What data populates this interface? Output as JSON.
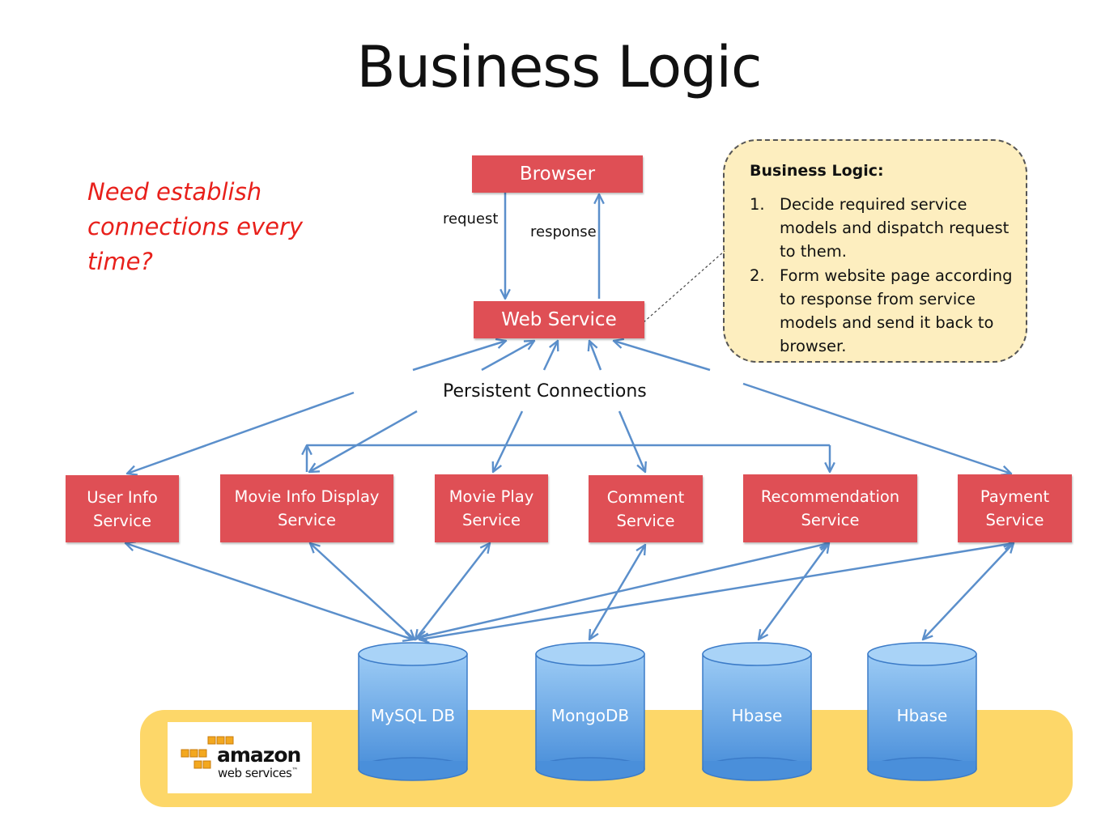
{
  "title": "Business Logic",
  "question": "Need establish\nconnections every\ntime?",
  "callout": {
    "title": "Business Logic",
    "items": [
      {
        "num": "1.",
        "text": "Decide required service models and dispatch request to them."
      },
      {
        "num": "2.",
        "text": "Form website page according to response from service models and send it back to browser."
      }
    ]
  },
  "nodes": {
    "browser": "Browser",
    "web_service": "Web Service",
    "user_info": "User Info\nService",
    "movie_info_display": "Movie Info Display\nService",
    "movie_play": "Movie Play\nService",
    "comment": "Comment\nService",
    "recommendation": "Recommendation\nService",
    "payment": "Payment\nService"
  },
  "labels": {
    "request": "request",
    "response": "response",
    "persistent": "Persistent Connections"
  },
  "databases": {
    "mysql": "MySQL DB",
    "mongodb": "MongoDB",
    "hbase1": "Hbase",
    "hbase2": "Hbase"
  },
  "aws": {
    "amazon": "amazon",
    "webservices": "web services",
    "tm": "™"
  },
  "colors": {
    "service_box": "#df4f55",
    "arrow": "#5b8fcb",
    "callout_bg": "#fdeebf",
    "aws_band": "#fdd769",
    "question_text": "#e8201b"
  }
}
